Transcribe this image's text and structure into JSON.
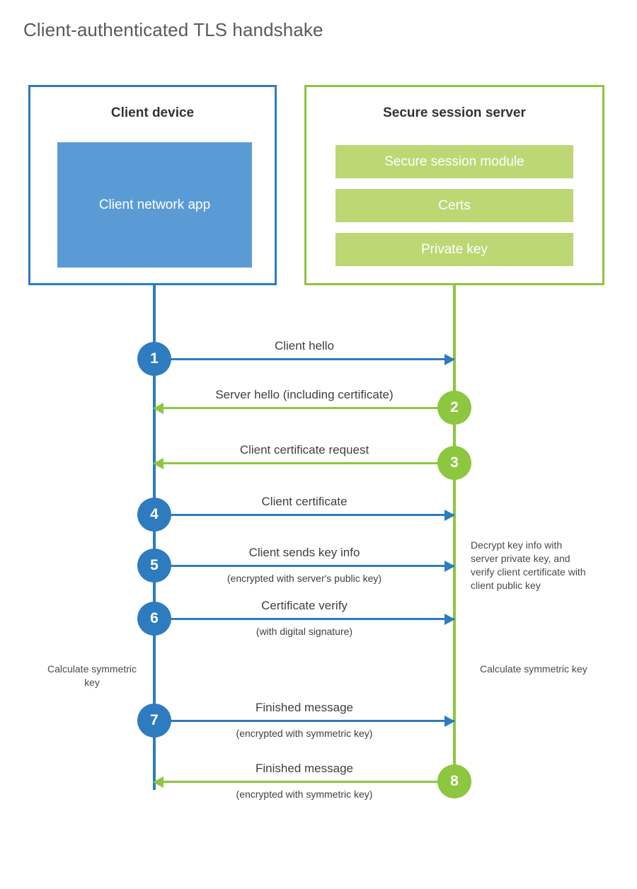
{
  "page": {
    "title": "Client-authenticated TLS handshake",
    "colors": {
      "blue_dark": "#2e7cbf",
      "blue_light": "#5b9bd5",
      "green_dark": "#8dc63f",
      "green_light": "#bdd775",
      "text": "#404040",
      "title_text": "#5a5a5a",
      "background": "#ffffff"
    }
  },
  "client": {
    "title": "Client device",
    "app_block": "Client network app"
  },
  "server": {
    "title": "Secure session server",
    "blocks": [
      "Secure session module",
      "Certs",
      "Private key"
    ]
  },
  "messages": [
    {
      "number": "1",
      "label": "Client hello",
      "sub": "",
      "direction": "client-to-server",
      "color": "blue"
    },
    {
      "number": "2",
      "label": "Server hello (including certificate)",
      "sub": "",
      "direction": "server-to-client",
      "color": "green"
    },
    {
      "number": "3",
      "label": "Client certificate request",
      "sub": "",
      "direction": "server-to-client",
      "color": "green"
    },
    {
      "number": "4",
      "label": "Client certificate",
      "sub": "",
      "direction": "client-to-server",
      "color": "blue"
    },
    {
      "number": "5",
      "label": "Client sends key info",
      "sub": "(encrypted with server's public key)",
      "direction": "client-to-server",
      "color": "blue"
    },
    {
      "number": "6",
      "label": "Certificate verify",
      "sub": "(with digital signature)",
      "direction": "client-to-server",
      "color": "blue"
    },
    {
      "number": "7",
      "label": "Finished message",
      "sub": "(encrypted with symmetric key)",
      "direction": "client-to-server",
      "color": "blue"
    },
    {
      "number": "8",
      "label": "Finished message",
      "sub": "(encrypted with symmetric key)",
      "direction": "server-to-client",
      "color": "green"
    }
  ],
  "notes": {
    "server_decrypt": "Decrypt key info with server private key, and verify client certificate with client public key",
    "client_calculate": "Calculate symmetric key",
    "server_calculate": "Calculate symmetric key"
  }
}
